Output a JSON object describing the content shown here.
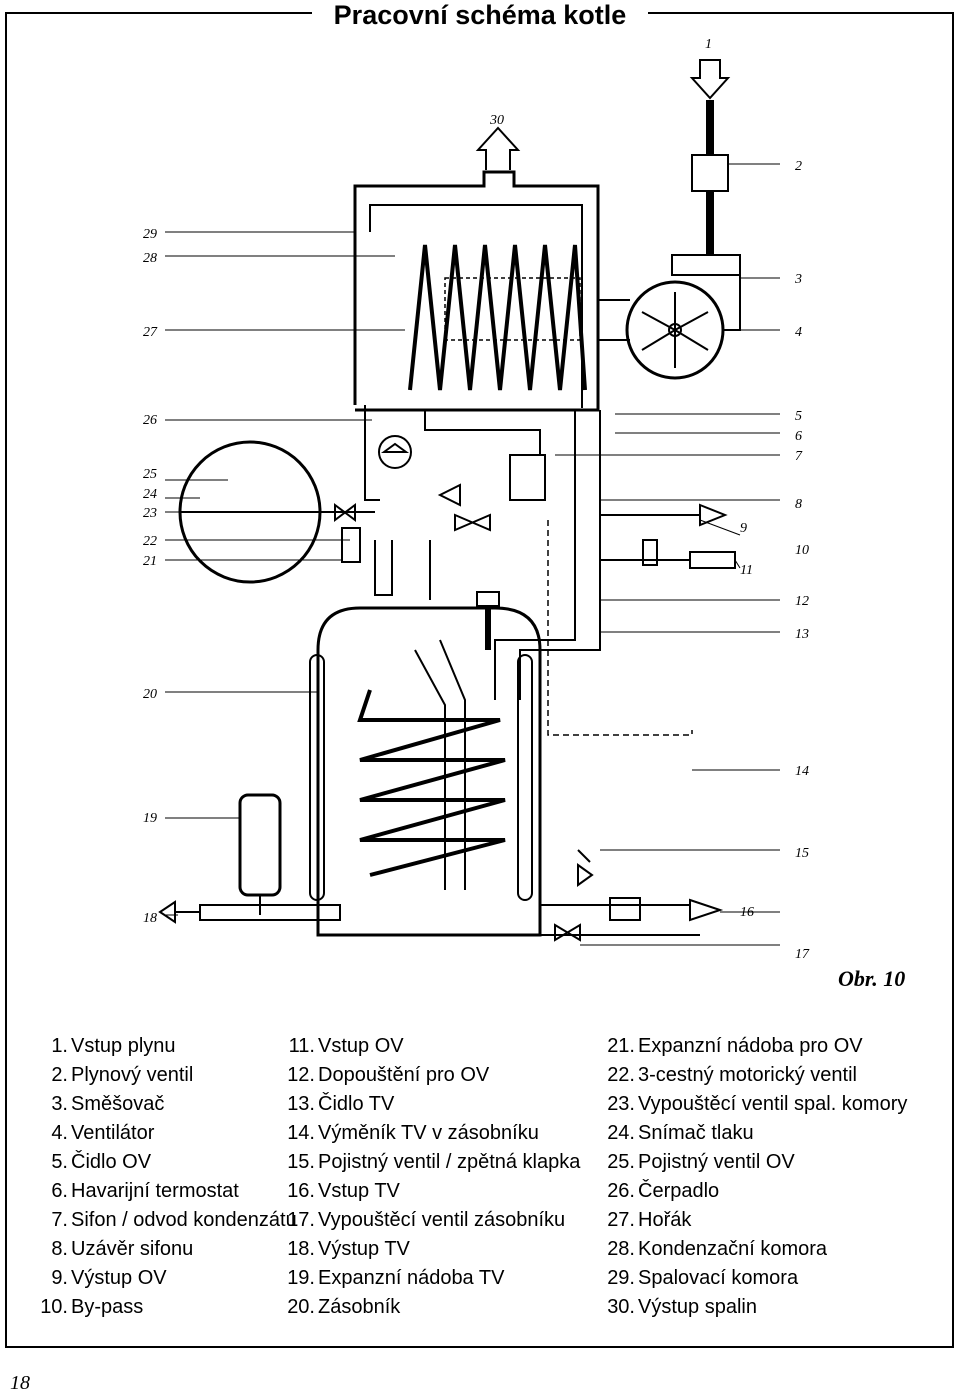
{
  "title": "Pracovní schéma kotle",
  "figure_label": "Obr. 10",
  "page_number": "18",
  "callouts_left": [
    "29",
    "28",
    "27",
    "26",
    "25",
    "24",
    "23",
    "22",
    "21",
    "20",
    "19",
    "18"
  ],
  "callouts_right": [
    "1",
    "30",
    "2",
    "3",
    "4",
    "5",
    "6",
    "7",
    "8",
    "9",
    "10",
    "11",
    "12",
    "13",
    "14",
    "15",
    "16",
    "17"
  ],
  "legend": {
    "col1": [
      {
        "n": "1.",
        "t": "Vstup plynu"
      },
      {
        "n": "2.",
        "t": "Plynový ventil"
      },
      {
        "n": "3.",
        "t": "Směšovač"
      },
      {
        "n": "4.",
        "t": "Ventilátor"
      },
      {
        "n": "5.",
        "t": "Čidlo OV"
      },
      {
        "n": "6.",
        "t": "Havarijní termostat"
      },
      {
        "n": "7.",
        "t": "Sifon / odvod kondenzátu"
      },
      {
        "n": "8.",
        "t": "Uzávěr sifonu"
      },
      {
        "n": "9.",
        "t": "Výstup OV"
      },
      {
        "n": "10.",
        "t": "By-pass"
      }
    ],
    "col2": [
      {
        "n": "11.",
        "t": "Vstup OV"
      },
      {
        "n": "12.",
        "t": "Dopouštění pro OV"
      },
      {
        "n": "13.",
        "t": "Čidlo TV"
      },
      {
        "n": "14.",
        "t": "Výměník TV v zásobníku"
      },
      {
        "n": "15.",
        "t": "Pojistný ventil / zpětná klapka"
      },
      {
        "n": "16.",
        "t": "Vstup TV"
      },
      {
        "n": "17.",
        "t": "Vypouštěcí ventil zásobníku"
      },
      {
        "n": "18.",
        "t": "Výstup TV"
      },
      {
        "n": "19.",
        "t": "Expanzní nádoba TV"
      },
      {
        "n": "20.",
        "t": "Zásobník"
      }
    ],
    "col3": [
      {
        "n": "21.",
        "t": "Expanzní nádoba pro OV"
      },
      {
        "n": "22.",
        "t": "3-cestný motorický ventil"
      },
      {
        "n": "23.",
        "t": "Vypouštěcí ventil spal. komory"
      },
      {
        "n": "24.",
        "t": "Snímač tlaku"
      },
      {
        "n": "25.",
        "t": "Pojistný ventil OV"
      },
      {
        "n": "26.",
        "t": "Čerpadlo"
      },
      {
        "n": "27.",
        "t": "Hořák"
      },
      {
        "n": "28.",
        "t": "Kondenzační komora"
      },
      {
        "n": "29.",
        "t": "Spalovací komora"
      },
      {
        "n": "30.",
        "t": "Výstup spalin"
      }
    ]
  }
}
